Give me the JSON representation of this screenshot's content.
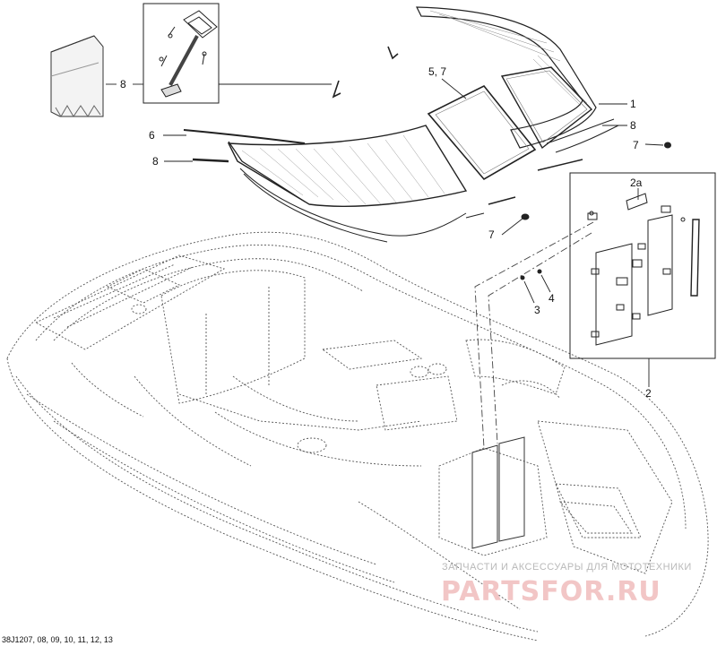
{
  "callouts": {
    "c8_bag": "8",
    "c5_7": "5, 7",
    "c1": "1",
    "c8_right": "8",
    "c7_right": "7",
    "c6": "6",
    "c8_left": "8",
    "c2a": "2a",
    "c7_mid": "7",
    "c4": "4",
    "c3": "3",
    "c2": "2"
  },
  "footer_code": "38J1207, 08, 09, 10, 11, 12, 13",
  "watermark": {
    "caption": "ЗАПЧАСТИ И АКСЕССУАРЫ ДЛЯ МОТОТЕХНИКИ",
    "logo": "PARTSFOR.RU"
  }
}
